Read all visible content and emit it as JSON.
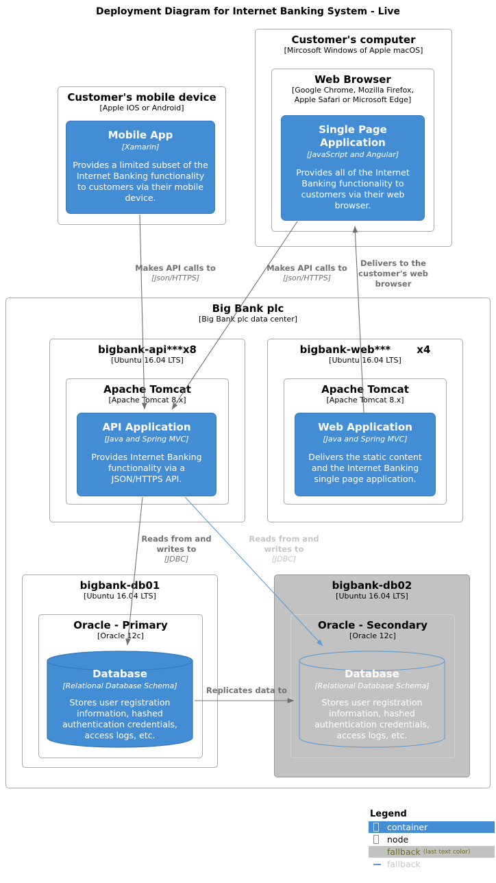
{
  "title": "Deployment Diagram for Internet Banking System - Live",
  "colors": {
    "container_fill": "#438dd5",
    "container_border": "#3878b8",
    "node_gray_fill": "#c2c2c2",
    "relationship_gray": "#707070",
    "fallback_text_gray": "#c6c6c6",
    "fallback_line_blue": "#5b9bd5",
    "legend_fallback_olive": "#6b6b2a"
  },
  "nodes": {
    "customer_computer": {
      "title": "Customer's computer",
      "subtitle": "[Mircosoft Windows of Apple macOS]"
    },
    "web_browser": {
      "title": "Web Browser",
      "subtitle": "[Google Chrome, Mozilla Firefox, Apple Safari or Microsoft Edge]"
    },
    "customer_mobile": {
      "title": "Customer's mobile device",
      "subtitle": "[Apple IOS or Android]"
    },
    "big_bank": {
      "title": "Big Bank plc",
      "subtitle": "[Big Bank plc data center]"
    },
    "bigbank_api": {
      "title": "bigbank-api***x8",
      "subtitle": "[Ubuntu 16.04 LTS]"
    },
    "tomcat_api": {
      "title": "Apache Tomcat",
      "subtitle": "[Apache Tomcat 8.x]"
    },
    "bigbank_web": {
      "title": "bigbank-web***",
      "instances": "x4",
      "subtitle": "[Ubuntu 16.04 LTS]"
    },
    "tomcat_web": {
      "title": "Apache Tomcat",
      "subtitle": "[Apache Tomcat 8.x]"
    },
    "bigbank_db01": {
      "title": "bigbank-db01",
      "subtitle": "[Ubuntu 16.04 LTS]"
    },
    "oracle_primary": {
      "title": "Oracle - Primary",
      "subtitle": "[Oracle 12c]"
    },
    "bigbank_db02": {
      "title": "bigbank-db02",
      "subtitle": "[Ubuntu 16.04 LTS]"
    },
    "oracle_secondary": {
      "title": "Oracle - Secondary",
      "subtitle": "[Oracle 12c]"
    }
  },
  "containers": {
    "spa": {
      "title": "Single Page Application",
      "tech": "[JavaScript and Angular]",
      "description": "Provides all of the Internet Banking functionality to customers via their web browser."
    },
    "mobile_app": {
      "title": "Mobile App",
      "tech": "[Xamarin]",
      "description": "Provides a limited subset of the Internet Banking functionality to customers via their mobile device."
    },
    "api_app": {
      "title": "API Application",
      "tech": "[Java and Spring MVC]",
      "description": "Provides Internet Banking functionality via a JSON/HTTPS API."
    },
    "web_app": {
      "title": "Web Application",
      "tech": "[Java and Spring MVC]",
      "description": "Delivers the static content and the Internet Banking single page application."
    },
    "database_primary": {
      "title": "Database",
      "tech": "[Relational Database Schema]",
      "description": "Stores user registration information, hashed authentication credentials, access logs, etc."
    },
    "database_secondary": {
      "title": "Database",
      "tech": "[Relational Database Schema]",
      "description": "Stores user registration information, hashed authentication credentials, access logs, etc."
    }
  },
  "relationships": {
    "mobile_to_api": {
      "label": "Makes API calls to",
      "tech": "[json/HTTPS]"
    },
    "spa_to_api": {
      "label": "Makes API calls to",
      "tech": "[json/HTTPS]"
    },
    "web_to_spa": {
      "label": "Delivers to the customer's web browser"
    },
    "api_to_db1": {
      "label": "Reads from and writes to",
      "tech": "[JDBC]"
    },
    "api_to_db2": {
      "label": "Reads from and writes to",
      "tech": "[JDBC]"
    },
    "db1_to_db2": {
      "label": "Replicates data to"
    }
  },
  "legend": {
    "title": "Legend",
    "container_label": "container",
    "node_label": "node",
    "fallback_bar_label": "fallback",
    "fallback_bar_note": "(last text color)",
    "fallback_line_label": "fallback"
  }
}
